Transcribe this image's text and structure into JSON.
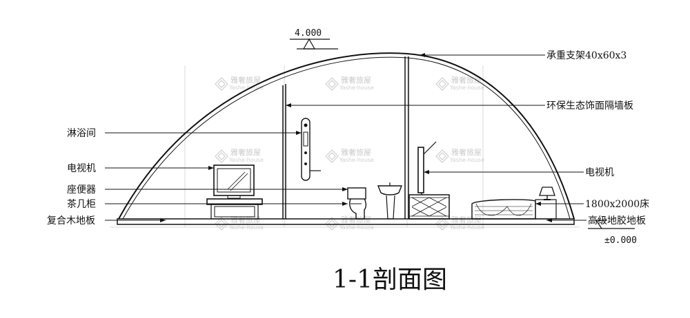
{
  "labels_left": {
    "shower": "淋浴间",
    "tv": "电视机",
    "toilet": "座便器",
    "tea_cabinet": "茶几柜",
    "wood_floor": "复合木地板"
  },
  "labels_right": {
    "frame": "承重支架40x60x3",
    "partition": "环保生态饰面隔墙板",
    "tv": "电视机",
    "bed": "1800x2000床",
    "vinyl_floor": "高级地胶地板"
  },
  "elevations": {
    "top": "4.000",
    "bottom": "±0.000"
  },
  "title": "1-1剖面图",
  "watermark": {
    "brand_cn": "雅奢旅屋",
    "brand_en": "Yashe-house"
  }
}
